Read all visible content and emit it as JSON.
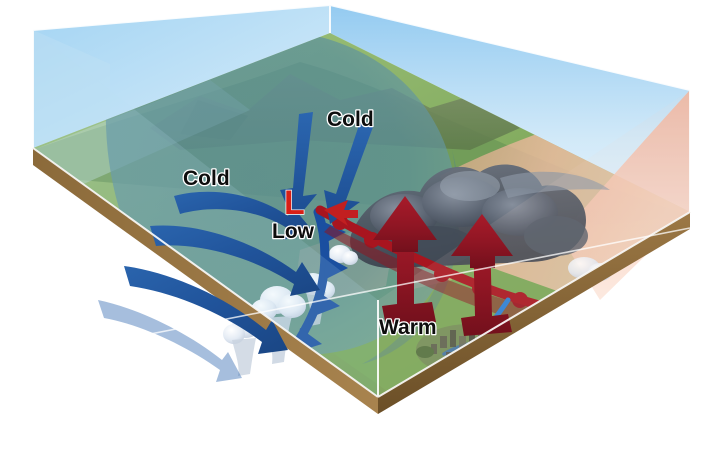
{
  "diagram": {
    "title": "Mid-Latitude Cyclone Block Diagram",
    "type": "3d-block-diagram",
    "background_color": "#ffffff"
  },
  "labels": {
    "cold_left": "Cold",
    "cold_top": "Cold",
    "low_symbol": "L",
    "low_text": "Low",
    "warm": "Warm"
  },
  "colors": {
    "cold_air_arrow": "#2458a0",
    "cold_air_arrow_dark": "#1d4b8c",
    "warm_air_arrow": "#9c1826",
    "warm_air_arrow_dark": "#7d1220",
    "low_marker": "#d81f16",
    "cold_front_line": "#1a4fa0",
    "warm_front_line": "#a8151f",
    "sky": "#8ecbf0",
    "sky_pale": "#cfe8f8",
    "cold_air_mass": "#5f8f9a",
    "warm_air_mass": "#f2b49a",
    "land_green": "#7ea85a",
    "land_dark_green": "#5f8a46",
    "soil_brown": "#8b6a3a",
    "soil_brown_dark": "#6f5229",
    "cloud_white": "#e8eef5",
    "storm_cloud": "#5a6170",
    "river_blue": "#2a7fd4",
    "label_text": "#0d0d0d",
    "label_outline": "#ffffff"
  },
  "elements": {
    "block": "3d-terrain-block",
    "cold_front": "cold-front-boundary-with-blue-triangles",
    "warm_front": "warm-front-boundary-with-red-semicircles",
    "cumulus_clouds": "cumulus-clouds-along-cold-front",
    "storm_clouds": "dark-storm-clouds-over-warm-sector",
    "city": "city-with-river",
    "mountains": "background-mountain-ridge"
  },
  "arrows": {
    "cold_curved_count": 3,
    "cold_straight_count": 2,
    "warm_rising_count": 2
  }
}
